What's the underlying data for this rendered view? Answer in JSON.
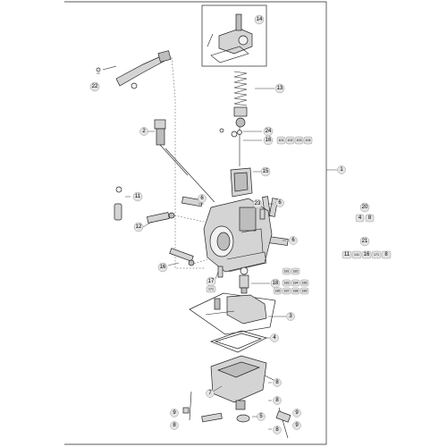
{
  "callouts": {
    "c1": "1",
    "c2": "2",
    "c3": "3",
    "c4": "4",
    "c5": "5",
    "c6a": "6",
    "c6b": "6",
    "c6c": "6",
    "c7": "7",
    "c8a": "8",
    "c8b": "8",
    "c8c": "8",
    "c8d": "8",
    "c9a": "9",
    "c9b": "9",
    "c9c": "9",
    "c11a": "11",
    "c12": "12",
    "c13": "13",
    "c14": "14",
    "c15": "15",
    "c16a": "16",
    "c16b": "16",
    "c17": "17",
    "c18": "18",
    "c20": "20",
    "c21": "21",
    "c22": "22",
    "c23": "23",
    "c24": "24"
  },
  "kit_groups": {
    "g16_items": [
      "101",
      "102",
      "103",
      "104"
    ],
    "g17_sub": "171",
    "g18_top": [
      "181",
      "182"
    ],
    "g18_mid": [
      "183",
      "184",
      "185"
    ],
    "g18_bot": [
      "186",
      "187",
      "188",
      "189"
    ],
    "g20_items": [
      "4",
      "8"
    ],
    "g21_items": [
      "11",
      "141",
      "16",
      "171",
      "8"
    ]
  }
}
